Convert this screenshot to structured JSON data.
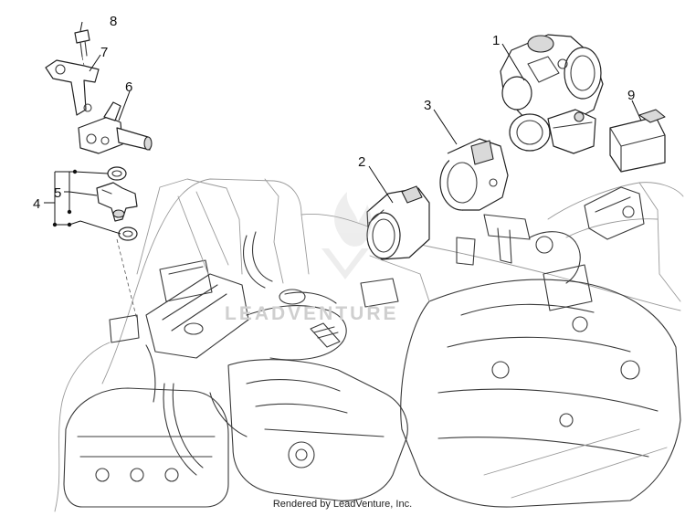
{
  "diagram": {
    "callouts": [
      "1",
      "2",
      "3",
      "4",
      "5",
      "6",
      "7",
      "8",
      "9"
    ]
  },
  "watermark": {
    "text": "LEADVENTURE"
  },
  "footer": {
    "credit": "Rendered by LeadVenture, Inc."
  }
}
